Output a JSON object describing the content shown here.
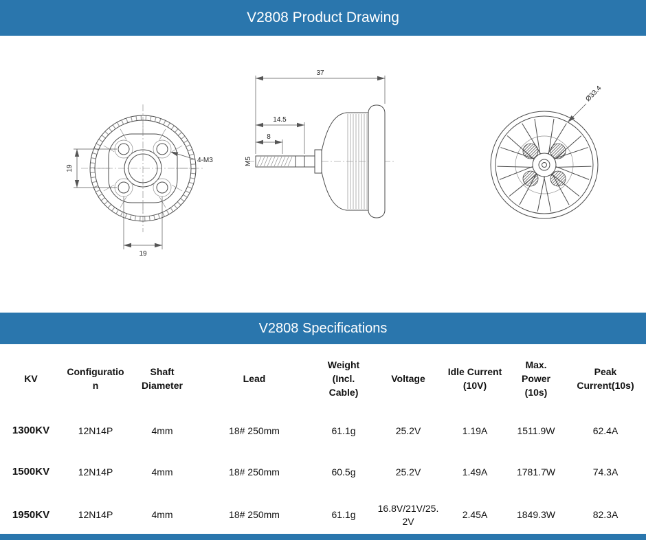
{
  "theme": {
    "banner_color": "#2a76ad",
    "line_color": "#4a4a4a"
  },
  "banners": {
    "drawing_title": "V2808 Product Drawing",
    "specs_title": "V2808 Specifications"
  },
  "drawing": {
    "front_view": {
      "vertical_dim": "19",
      "horizontal_dim": "19",
      "hole_callout": "4-M3"
    },
    "side_view": {
      "overall_length": "37",
      "shaft_length": "14.5",
      "thread_length": "8",
      "shaft_thread": "M5"
    },
    "rear_view": {
      "diameter": "Ø33.4"
    }
  },
  "specs": {
    "columns": [
      "KV",
      "Configuration",
      "Shaft Diameter",
      "Lead",
      "Weight (Incl. Cable)",
      "Voltage",
      "Idle Current (10V)",
      "Max. Power (10s)",
      "Peak Current(10s)"
    ],
    "rows": [
      [
        "1300KV",
        "12N14P",
        "4mm",
        "18# 250mm",
        "61.1g",
        "25.2V",
        "1.19A",
        "1511.9W",
        "62.4A"
      ],
      [
        "1500KV",
        "12N14P",
        "4mm",
        "18# 250mm",
        "60.5g",
        "25.2V",
        "1.49A",
        "1781.7W",
        "74.3A"
      ],
      [
        "1950KV",
        "12N14P",
        "4mm",
        "18# 250mm",
        "61.1g",
        "16.8V/21V/25.2V",
        "2.45A",
        "1849.3W",
        "82.3A"
      ]
    ]
  }
}
